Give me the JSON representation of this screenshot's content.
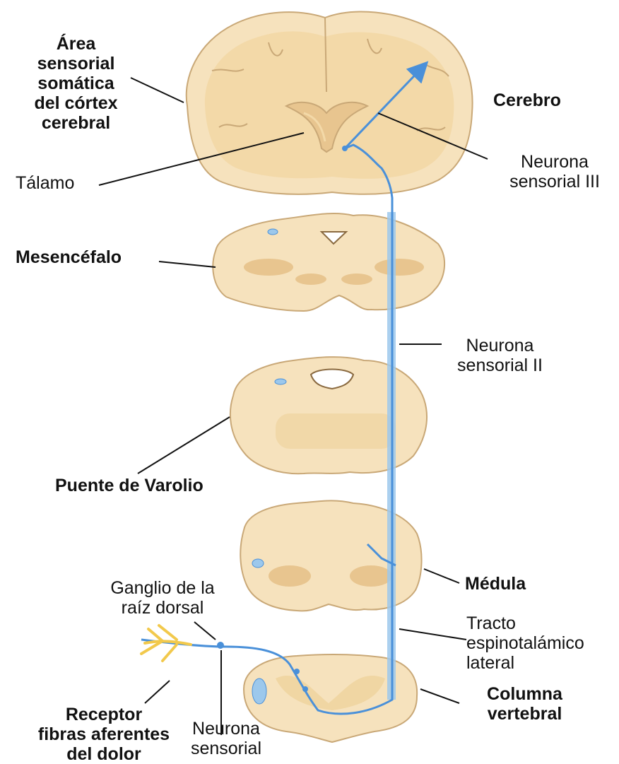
{
  "labels": {
    "area_sensorial": [
      "Área",
      "sensorial",
      "somática",
      "del córtex",
      "cerebral"
    ],
    "cerebro": "Cerebro",
    "talamo": "Tálamo",
    "neurona_iii": [
      "Neurona",
      "sensorial III"
    ],
    "mesencefalo": "Mesencéfalo",
    "neurona_ii": [
      "Neurona",
      "sensorial II"
    ],
    "puente": "Puente de Varolio",
    "medula": "Médula",
    "ganglio": [
      "Ganglio de la",
      "raíz dorsal"
    ],
    "tracto": [
      "Tracto",
      "espinotalámico",
      "lateral"
    ],
    "columna": [
      "Columna",
      "vertebral"
    ],
    "receptor": [
      "Receptor",
      "fibras aferentes",
      "del dolor"
    ],
    "neurona_sensorial": [
      "Neurona",
      "sensorial"
    ]
  },
  "colors": {
    "tissue": "#f6e2bd",
    "tissue_dark": "#e8c58f",
    "outline": "#c9a877",
    "neuron": "#4a90d9",
    "tract": "#9cc8ec",
    "receptor": "#f2c94c"
  }
}
